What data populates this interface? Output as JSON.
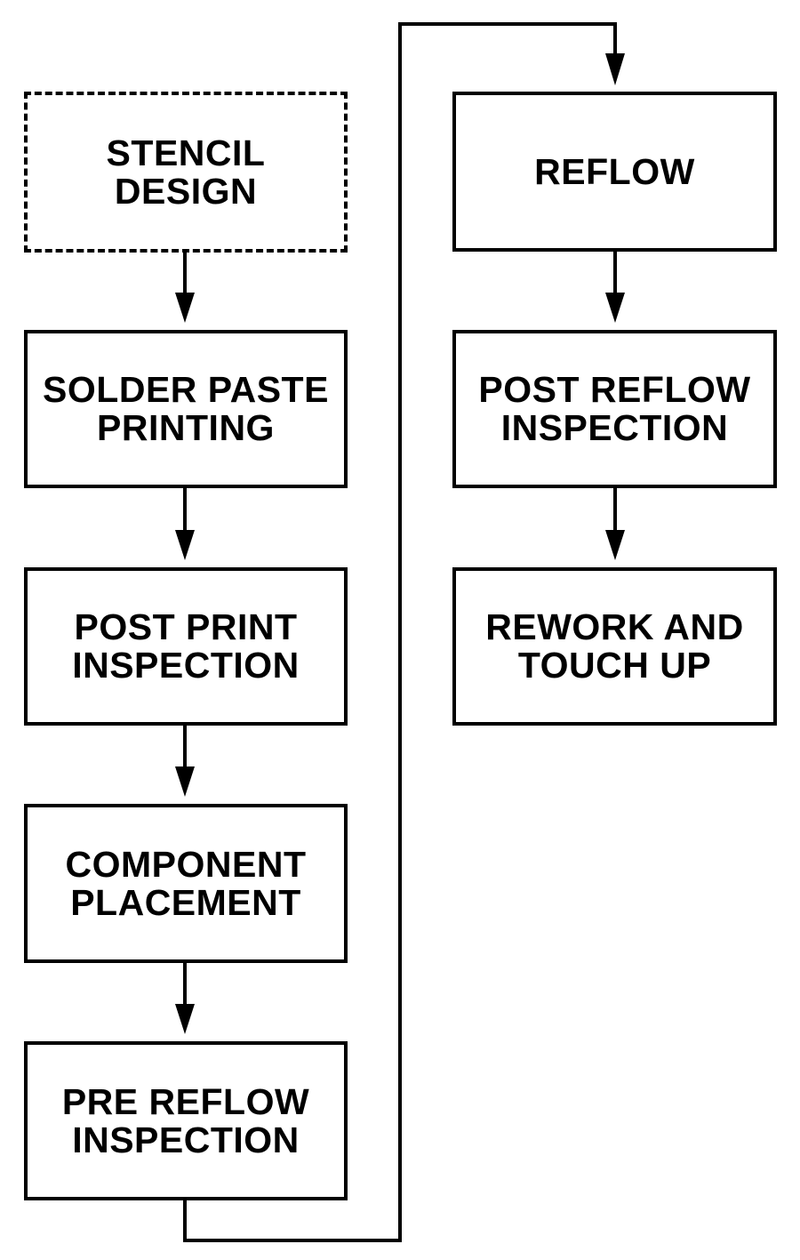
{
  "steps": {
    "stencil_design": {
      "line1": "STENCIL",
      "line2": "DESIGN",
      "optional": true
    },
    "solder_paste_printing": {
      "line1": "SOLDER PASTE",
      "line2": "PRINTING"
    },
    "post_print_inspection": {
      "line1": "POST PRINT",
      "line2": "INSPECTION"
    },
    "component_placement": {
      "line1": "COMPONENT",
      "line2": "PLACEMENT"
    },
    "pre_reflow_inspection": {
      "line1": "PRE REFLOW",
      "line2": "INSPECTION"
    },
    "reflow": {
      "line1": "REFLOW"
    },
    "post_reflow_inspection": {
      "line1": "POST REFLOW",
      "line2": "INSPECTION"
    },
    "rework_and_touch_up": {
      "line1": "REWORK AND",
      "line2": "TOUCH UP"
    }
  },
  "flow_order": [
    "stencil_design",
    "solder_paste_printing",
    "post_print_inspection",
    "component_placement",
    "pre_reflow_inspection",
    "reflow",
    "post_reflow_inspection",
    "rework_and_touch_up"
  ],
  "colors": {
    "stroke": "#000000",
    "background": "#ffffff"
  }
}
